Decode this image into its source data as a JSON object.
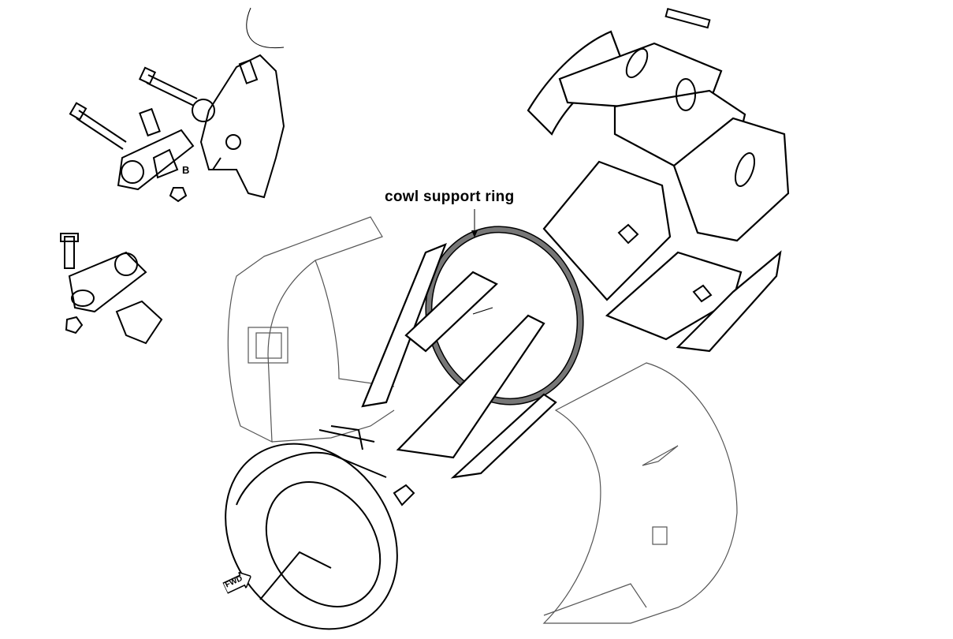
{
  "diagram": {
    "callout_label": "cowl support ring",
    "detail_label": "B",
    "direction_label": "FWD",
    "line_color": "#000000",
    "background": "#ffffff"
  }
}
